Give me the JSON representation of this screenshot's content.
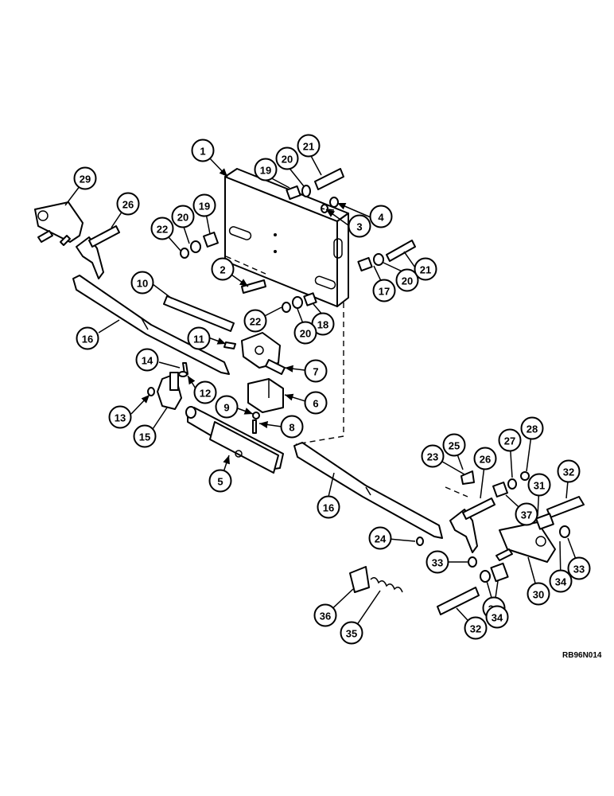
{
  "callouts": [
    "1",
    "2",
    "3",
    "4",
    "5",
    "6",
    "7",
    "8",
    "9",
    "10",
    "11",
    "12",
    "13",
    "14",
    "15",
    "16",
    "16",
    "17",
    "18",
    "19",
    "19",
    "20",
    "20",
    "20",
    "20",
    "21",
    "21",
    "22",
    "22",
    "23",
    "24",
    "25",
    "26",
    "26",
    "27",
    "28",
    "29",
    "30",
    "31",
    "31",
    "32",
    "32",
    "33",
    "33",
    "34",
    "34",
    "35",
    "36",
    "37"
  ],
  "drawing_ref": "RB96N014"
}
